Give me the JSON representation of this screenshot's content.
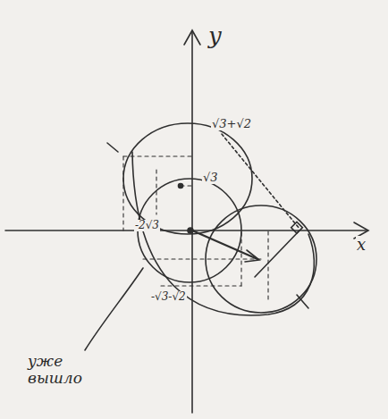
{
  "diagram": {
    "labels": [
      "y",
      "x",
      "√3+√2",
      "√3",
      "-2√3",
      "-√3-√2",
      "уже вышло"
    ]
  }
}
